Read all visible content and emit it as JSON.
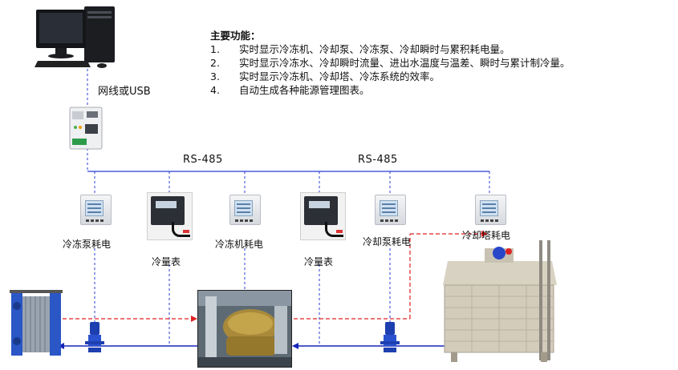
{
  "features": {
    "title": "主要功能：",
    "items": [
      {
        "num": "1.",
        "text": "实时显示冷冻机、冷却泵、冷冻泵、冷却瞬时与累积耗电量。"
      },
      {
        "num": "2.",
        "text": "实时显示冷冻水、冷却瞬时流量、进出水温度与温差、瞬时与累计制冷量。"
      },
      {
        "num": "3.",
        "text": "实时显示冷冻机、冷却塔、冷冻系统的效率。"
      },
      {
        "num": "4.",
        "text": "自动生成各种能源管理图表。"
      }
    ]
  },
  "link_label": "网线或USB",
  "bus_labels": [
    "RS-485",
    "RS-485"
  ],
  "devices": {
    "chilled_pump_power": "冷冻泵耗电",
    "cooling_meter_1": "冷量表",
    "chiller_power": "冷冻机耗电",
    "cooling_meter_2": "冷量表",
    "cooling_pump_power": "冷却泵耗电",
    "cooling_tower_power": "冷却塔耗电"
  },
  "colors": {
    "bus_line": "#2a3cd6",
    "dashed_link": "#2a3cd6",
    "hot_water": "#e02020",
    "return_water": "#1626b8"
  }
}
